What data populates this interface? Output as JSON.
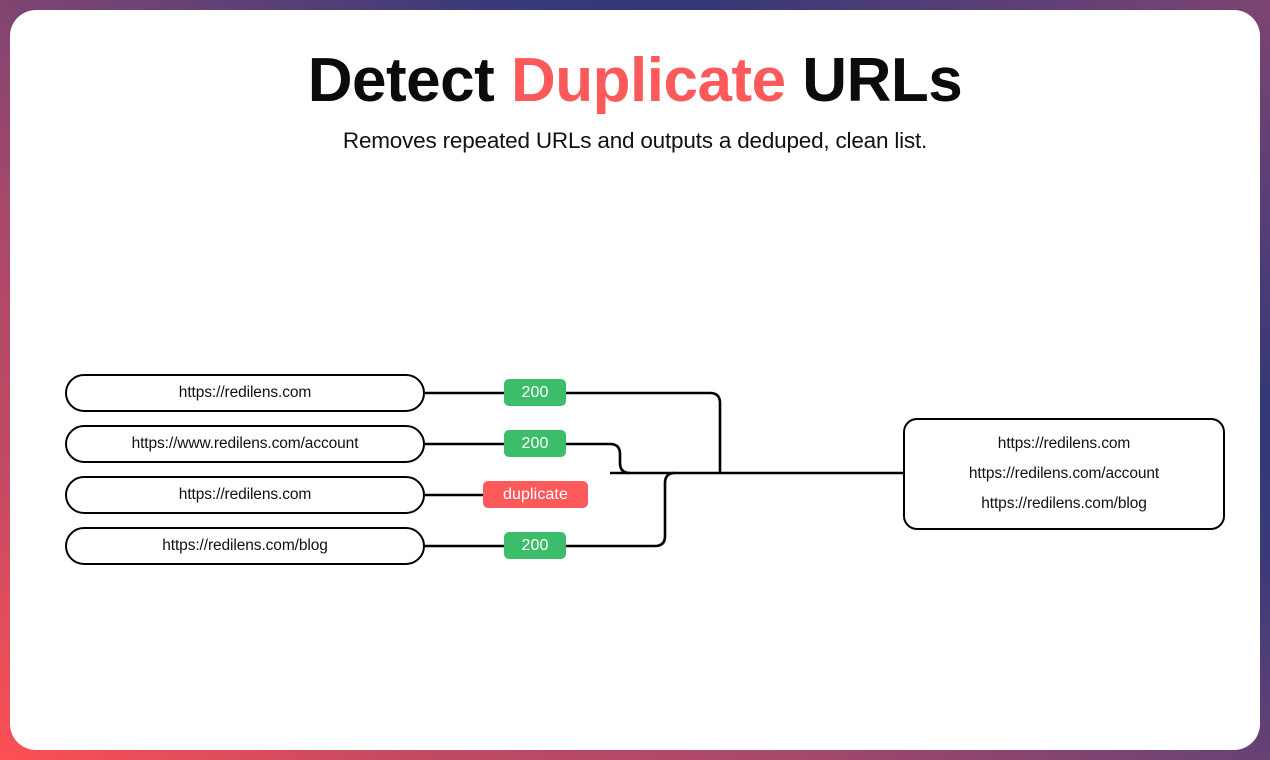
{
  "header": {
    "title_prefix": "Detect ",
    "title_accent": "Duplicate",
    "title_suffix": " URLs",
    "subtitle": "Removes repeated URLs and outputs a deduped, clean list."
  },
  "colors": {
    "accent_coral": "#fc5a5a",
    "status_ok_green": "#3cbd69",
    "frame_bottom_left": "#fd5054",
    "frame_top_left": "#a9486a",
    "frame_top_right": "#333876",
    "frame_bottom_right": "#7d4471",
    "stroke_black": "#000000",
    "canvas_white": "#ffffff"
  },
  "diagram": {
    "inputs": [
      {
        "url": "https://redilens.com",
        "status": "200",
        "status_kind": "ok"
      },
      {
        "url": "https://www.redilens.com/account",
        "status": "200",
        "status_kind": "ok"
      },
      {
        "url": "https://redilens.com",
        "status": "duplicate",
        "status_kind": "duplicate"
      },
      {
        "url": "https://redilens.com/blog",
        "status": "200",
        "status_kind": "ok"
      }
    ],
    "output": {
      "urls": [
        "https://redilens.com",
        "https://redilens.com/account",
        "https://redilens.com/blog"
      ]
    }
  }
}
